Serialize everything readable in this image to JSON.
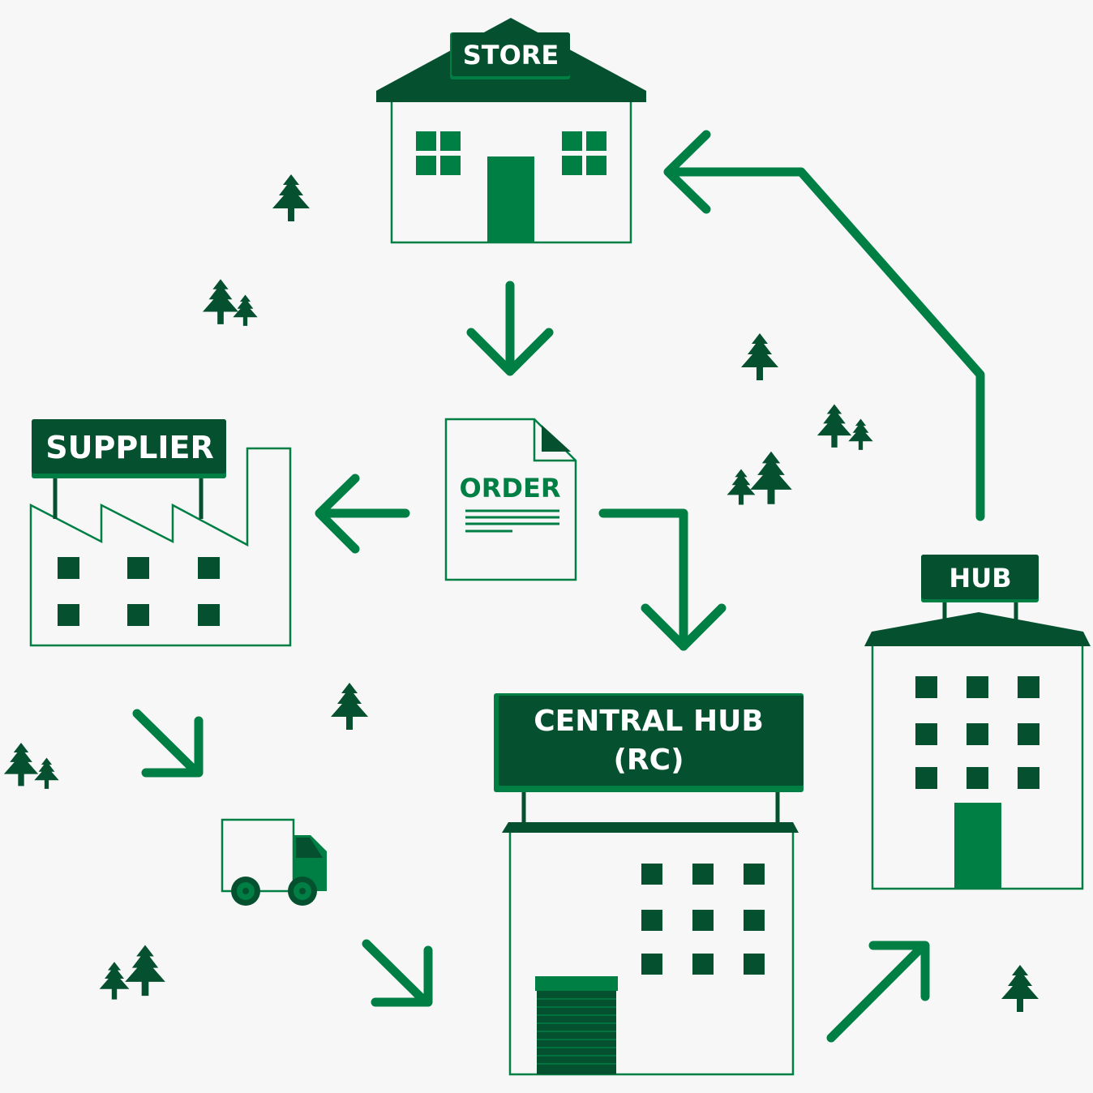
{
  "colors": {
    "dark_green": "#05502f",
    "green": "#007f45",
    "background": "#f7f7f7",
    "white": "#ffffff"
  },
  "labels": {
    "store": "STORE",
    "supplier": "SUPPLIER",
    "order": "ORDER",
    "central_hub_line1": "CENTRAL HUB",
    "central_hub_line2": "(RC)",
    "hub": "HUB"
  },
  "icons": [
    "store-building-icon",
    "supplier-factory-icon",
    "order-document-icon",
    "truck-icon",
    "central-hub-building-icon",
    "hub-building-icon",
    "tree-icon",
    "arrow-icon"
  ]
}
